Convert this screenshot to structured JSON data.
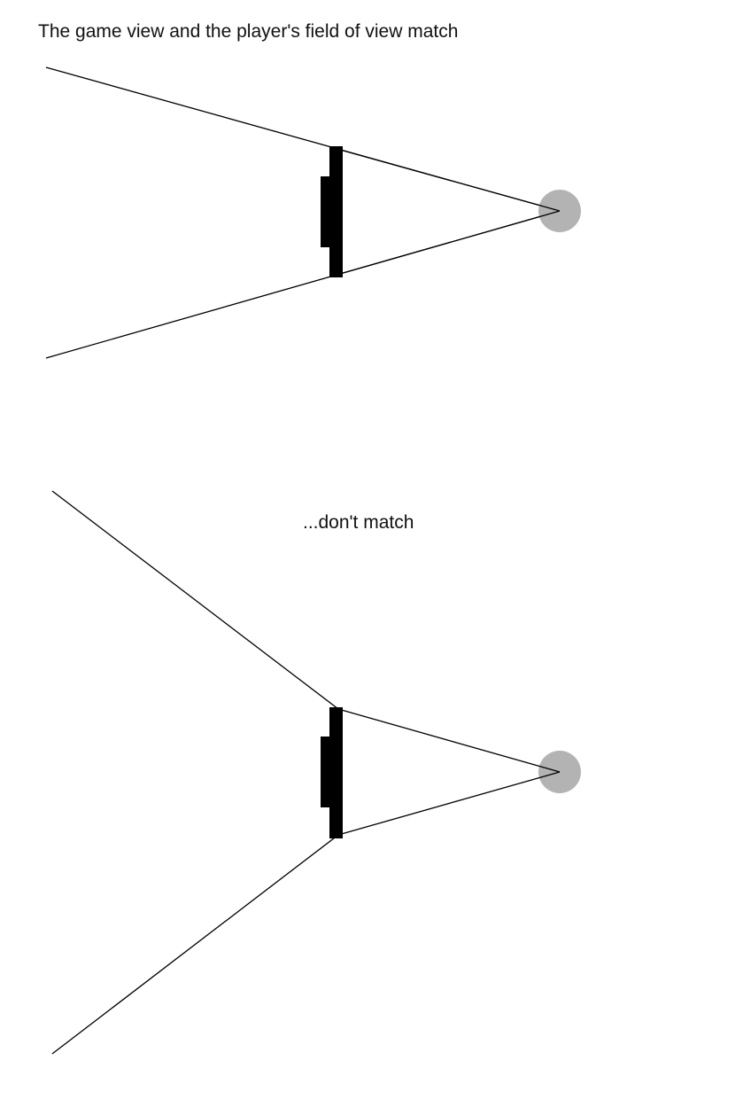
{
  "captions": {
    "match": "The game view and the player's field of view match",
    "mismatch": "...don't match"
  },
  "colors": {
    "background": "#ffffff",
    "line": "#000000",
    "monitor": "#000000",
    "eye": "#b3b3b3"
  },
  "panels": [
    {
      "id": "match",
      "fov_matches_game_view": true
    },
    {
      "id": "mismatch",
      "fov_matches_game_view": false
    }
  ]
}
